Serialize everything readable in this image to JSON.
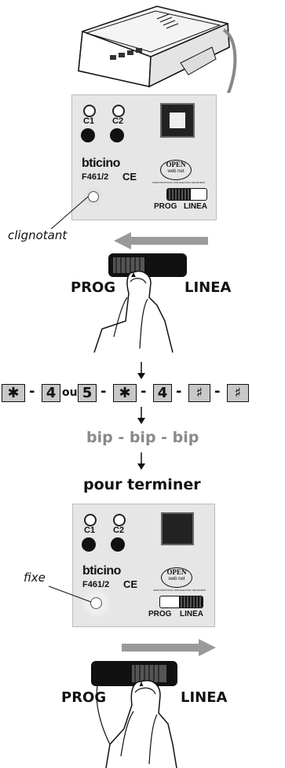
{
  "top_device": {
    "c1": "C1",
    "c2": "C2",
    "brand": "bticino",
    "model": "F461/2",
    "ce": "CE",
    "open_logo": "OPEN",
    "open_sub": "web net",
    "open_tagline": "OPEN PROTOCOL FOR ELECTRIC NETWORKS",
    "prog": "PROG",
    "linea": "LINEA",
    "led_state": "clignotant"
  },
  "switch1": {
    "prog": "PROG",
    "linea": "LINEA"
  },
  "sequence": {
    "k1": "✱",
    "k2": "4",
    "ou": "ou",
    "k3": "5",
    "k4": "✱",
    "k5": "4",
    "k6": "♯",
    "k7": "♯",
    "dash": "-"
  },
  "beeps": "bip - bip - bip",
  "finish": "pour terminer",
  "bottom_device": {
    "c1": "C1",
    "c2": "C2",
    "brand": "bticino",
    "model": "F461/2",
    "ce": "CE",
    "open_logo": "OPEN",
    "open_sub": "web net",
    "open_tagline": "OPEN PROTOCOL FOR ELECTRIC NETWORKS",
    "prog": "PROG",
    "linea": "LINEA",
    "led_state": "fixe"
  },
  "switch2": {
    "prog": "PROG",
    "linea": "LINEA"
  },
  "colors": {
    "panel": "#e6e6e6",
    "key": "#c8c8c8",
    "arrow": "#9a9a9a",
    "text_gray": "#8a8a8a"
  }
}
